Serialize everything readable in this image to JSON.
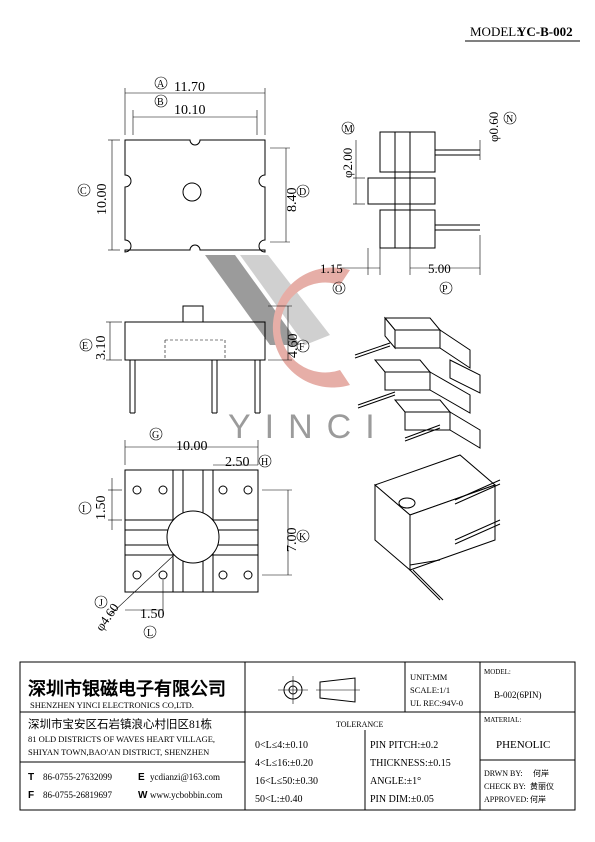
{
  "model_header": {
    "label": "MODEL:",
    "value": "YC-B-002"
  },
  "watermark": {
    "text": "YINCI",
    "color_gray": "#8a8a8a",
    "color_red": "#e2a198"
  },
  "dims": {
    "A": "A",
    "B": "B",
    "C": "C",
    "D": "D",
    "E": "E",
    "F": "F",
    "G": "G",
    "H": "H",
    "I": "I",
    "J": "J",
    "K": "K",
    "L": "L",
    "M": "M",
    "N": "N",
    "O": "O",
    "P": "P",
    "a_val": "11.70",
    "b_val": "10.10",
    "c_val": "10.00",
    "d_val": "8.40",
    "m_val": "φ2.00",
    "n_val": "φ0.60",
    "o_val": "1.15",
    "p_val": "5.00",
    "e_val": "3.10",
    "f_val": "4.60",
    "g_val": "10.00",
    "h_val": "2.50",
    "i_val": "1.50",
    "k_val": "7.00",
    "j_val": "φ4.60",
    "l_val": "1.50"
  },
  "company": {
    "name_cn": "深圳市银磁电子有限公司",
    "name_en": "SHENZHEN YINCI ELECTRONICS CO,LTD.",
    "address_cn": "深圳市宝安区石岩镇浪心村旧区81栋",
    "address_en_1": "81 OLD DISTRICTS OF WAVES HEART VILLAGE,",
    "address_en_2": "SHIYAN TOWN,BAO'AN DISTRICT, SHENZHEN",
    "tel_label": "T",
    "tel": "86-0755-27632099",
    "email_label": "E",
    "email": "ycdianzi@163.com",
    "fax_label": "F",
    "fax": "86-0755-26819697",
    "web_label": "W",
    "web": "www.ycbobbin.com"
  },
  "spec": {
    "unit": "UNIT:MM",
    "scale": "SCALE:1/1",
    "ul": "UL REC:94V-0"
  },
  "model_block": {
    "label": "MODEL:",
    "value": "B-002(6PIN)"
  },
  "material_block": {
    "label": "MATERIAL:",
    "value": "PHENOLIC"
  },
  "tolerance": {
    "title": "TOLERANCE",
    "left": [
      "0<L≤4:±0.10",
      "4<L≤16:±0.20",
      "16<L≤50:±0.30",
      "50<L:±0.40"
    ],
    "right": [
      "PIN PITCH:±0.2",
      "THICKNESS:±0.15",
      "ANGLE:±1°",
      "PIN DIM:±0.05"
    ]
  },
  "approval": {
    "drawn": "DRWN BY:",
    "drawn_name": "何岸",
    "check": "CHECK BY:",
    "check_name": "黄丽仪",
    "approved": "APPROVED:",
    "approved_name": "何岸"
  }
}
